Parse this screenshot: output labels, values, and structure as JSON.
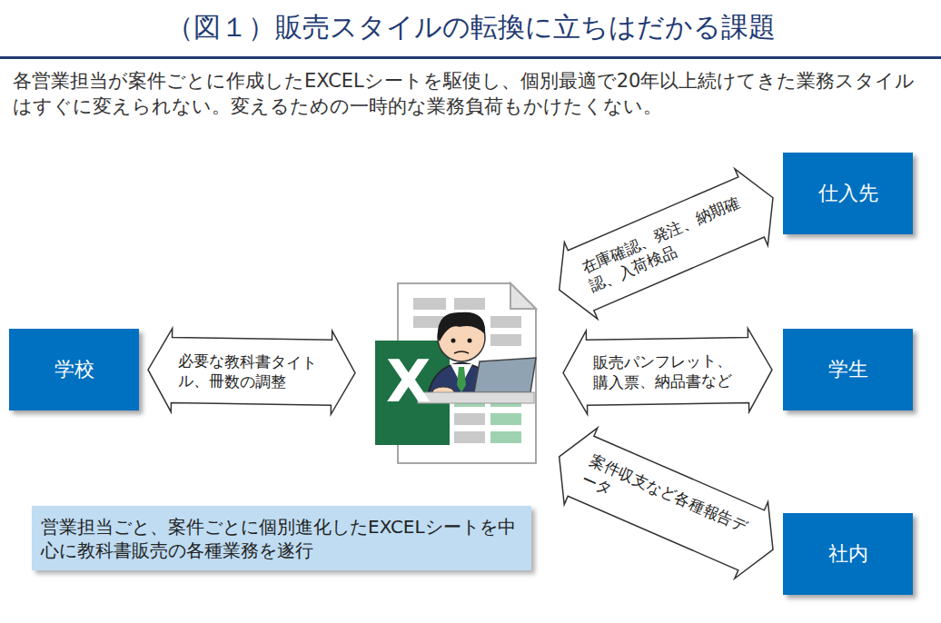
{
  "diagram": {
    "title": "（図１）販売スタイルの転換に立ちはだかる課題",
    "nodes": [
      {
        "text": [
          "仕入先"
        ]
      },
      {
        "text": [
          "学校"
        ]
      },
      {
        "text": [
          "X"
        ]
      },
      {
        "text": [
          "学生"
        ]
      },
      {
        "text": [
          "営業担当ごと、案件ごとに個別進化したEXCELシートを中心に教科書販売の各種業務を遂行"
        ]
      },
      {
        "text": [
          "社内"
        ]
      }
    ],
    "edges": [
      {
        "from": 2,
        "to": 1,
        "label": "必要な教科書タイトル、冊数の調整",
        "arrow": "both"
      },
      {
        "from": 2,
        "to": 0,
        "label": "在庫確認、発注、納期確認、入荷検品",
        "arrow": "both"
      },
      {
        "from": 2,
        "to": 3,
        "label": "販売パンフレット、購入票、納品書など",
        "arrow": "both"
      },
      {
        "from": 2,
        "to": 5,
        "label": "案件収支など各種報告データ",
        "arrow": "both"
      }
    ],
    "labels": [
      "各営業担当が案件ごとに作成したEXCELシートを駆使し、個別最適で20年以上続けてきた業務スタイルはすぐに変えられない。変えるための一時的な業務負荷もかけたくない。"
    ]
  }
}
